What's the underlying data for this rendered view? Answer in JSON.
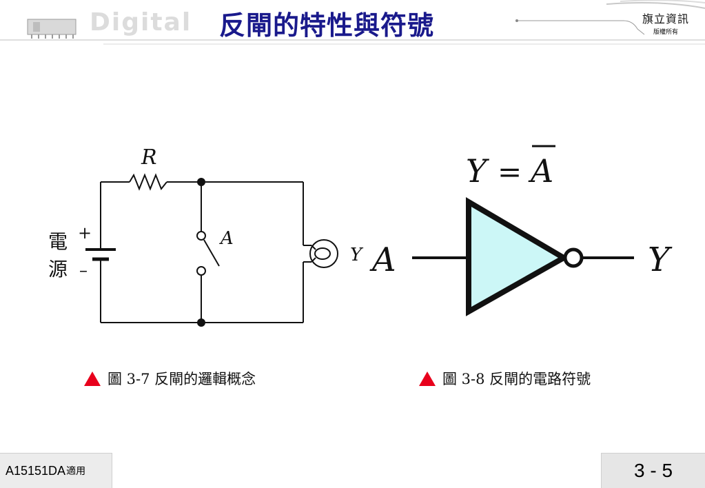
{
  "header": {
    "watermark": "Digital",
    "title": "反閘的特性與符號",
    "publisher_name": "旗立資訊",
    "publisher_rights": "版權所有"
  },
  "figure_3_7": {
    "resistor_label": "R",
    "power_label_top": "電",
    "power_label_bottom": "源",
    "plus_sign": "+",
    "minus_sign": "–",
    "switch_label": "A",
    "lamp_label": "Y",
    "caption": "圖 3-7  反閘的邏輯概念"
  },
  "figure_3_8": {
    "equation_y": "Y",
    "equation_eq": "=",
    "equation_a": "A",
    "input_label": "A",
    "output_label": "Y",
    "gate_fill": "#ccf7f7",
    "caption": "圖 3-8  反閘的電路符號"
  },
  "footer": {
    "course_code": "A15151DA",
    "course_suffix": "適用",
    "page_number": "3 - 5"
  }
}
